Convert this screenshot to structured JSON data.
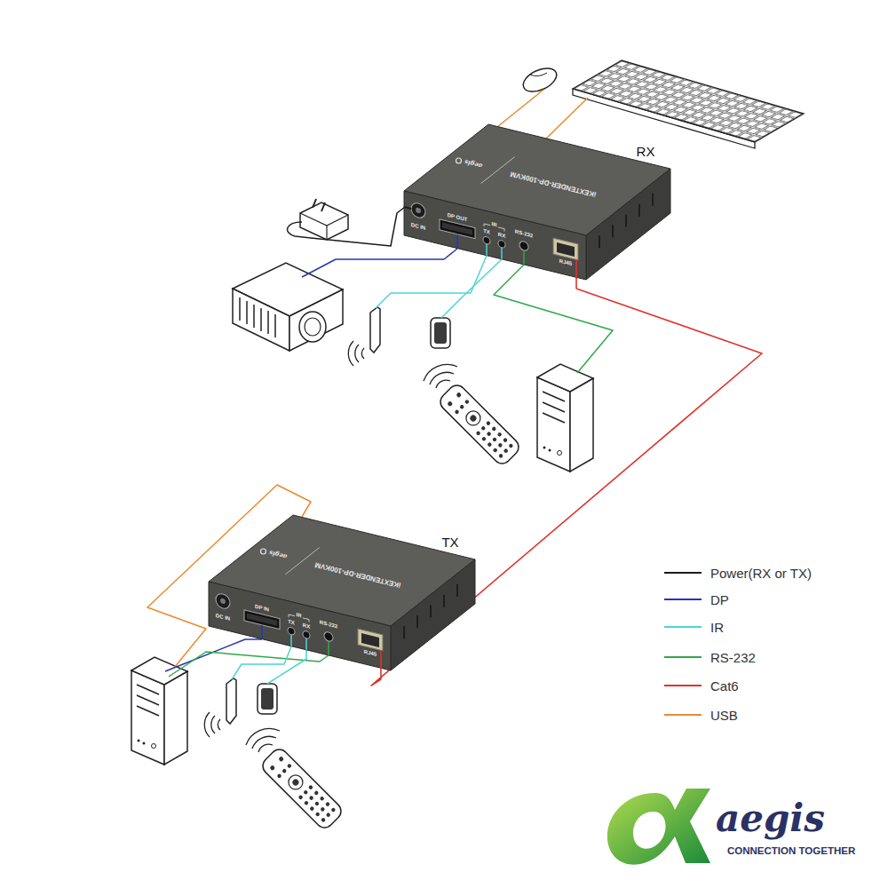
{
  "diagram": {
    "nodes": [
      {
        "text": [
          "RX",
          "iKEXTENDER-DP-100KVM",
          "aegis",
          "DC IN",
          "DP OUT",
          "TX",
          "IR",
          "RX",
          "RS-232",
          "RJ45"
        ]
      },
      {
        "text": [
          "TX",
          "iKEXTENDER-DP-100KVM",
          "aegis",
          "DC IN",
          "DP IN",
          "TX",
          "IR",
          "RX",
          "RS-232",
          "RJ45"
        ]
      }
    ],
    "edges": [
      {
        "from": 0,
        "to": 1,
        "arrow": "none"
      }
    ],
    "labels": [
      "aegis",
      "CONNECTION TOGETHER"
    ],
    "legend": [
      {
        "text": "Power(RX or TX)",
        "color": "#1a1a1a"
      },
      {
        "text": "DP",
        "color": "#2336b8"
      },
      {
        "text": "IR",
        "color": "#4fd3d3"
      },
      {
        "text": "RS-232",
        "color": "#2ea84a"
      },
      {
        "text": "Cat6",
        "color": "#e0322b"
      },
      {
        "text": "USB",
        "color": "#ea8a2e"
      }
    ]
  }
}
